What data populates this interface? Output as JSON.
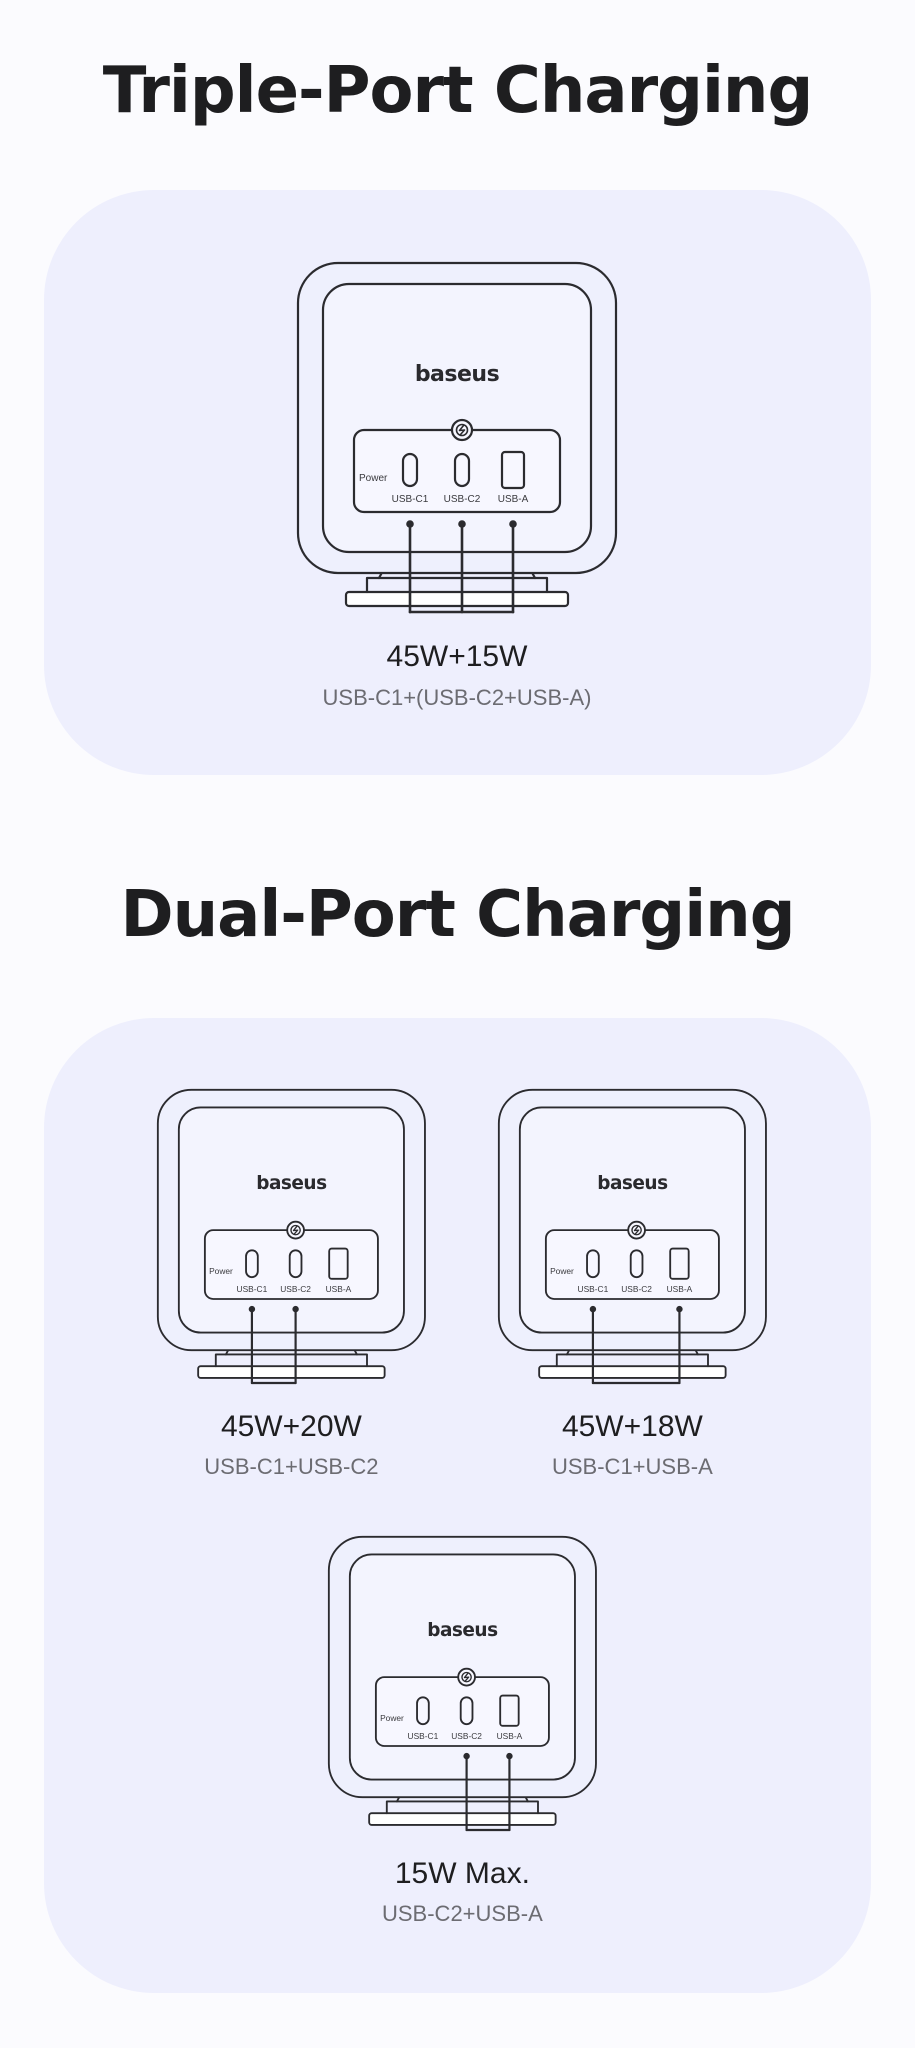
{
  "sections": {
    "triple": {
      "title": "Triple-Port Charging",
      "items": [
        {
          "watts": "45W+15W",
          "combo": "USB-C1+(USB-C2+USB-A)",
          "active_ports": [
            "USB-C1",
            "USB-C2",
            "USB-A"
          ]
        }
      ]
    },
    "dual": {
      "title": "Dual-Port Charging",
      "items": [
        {
          "watts": "45W+20W",
          "combo": "USB-C1+USB-C2",
          "active_ports": [
            "USB-C1",
            "USB-C2"
          ]
        },
        {
          "watts": "45W+18W",
          "combo": "USB-C1+USB-A",
          "active_ports": [
            "USB-C1",
            "USB-A"
          ]
        },
        {
          "watts": "15W Max.",
          "combo": "USB-C2+USB-A",
          "active_ports": [
            "USB-C2",
            "USB-A"
          ]
        }
      ]
    }
  },
  "device": {
    "brand": "baseus",
    "power_label": "Power",
    "ports": [
      "USB-C1",
      "USB-C2",
      "USB-A"
    ],
    "icon": "fast-charge-icon"
  },
  "colors": {
    "background": "#fbfbfe",
    "panel": "#eeeffd",
    "outline": "#2b2b2f",
    "caption": "#6c6c72"
  }
}
